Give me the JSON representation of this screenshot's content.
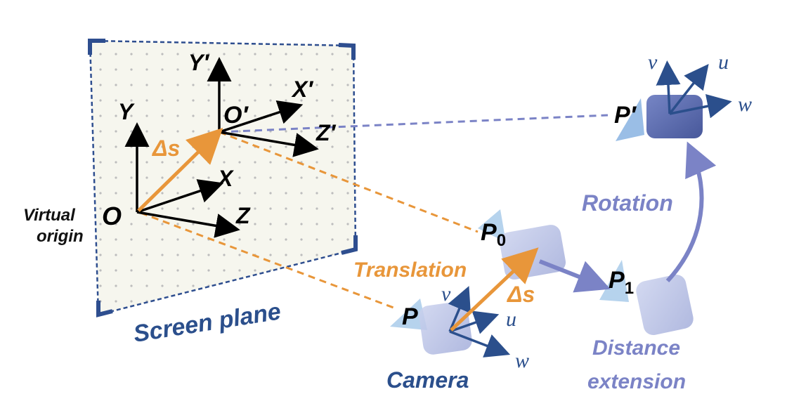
{
  "labels": {
    "virtual_origin_line1": "Virtual",
    "virtual_origin_line2": "origin",
    "screen_plane": "Screen plane",
    "origin_O": "O",
    "origin_O_prime": "O′",
    "axis_Y": "Y",
    "axis_X": "X",
    "axis_Z": "Z",
    "axis_Y_prime": "Y′",
    "axis_X_prime": "X′",
    "axis_Z_prime": "Z′",
    "delta_s_plane": "Δs",
    "delta_s_camera": "Δs",
    "translation": "Translation",
    "rotation": "Rotation",
    "distance_extension_line1": "Distance",
    "distance_extension_line2": "extension",
    "camera": "Camera",
    "P": "P",
    "P0_base": "P",
    "P0_sub": "0",
    "P1_base": "P",
    "P1_sub": "1",
    "P_prime": "P′",
    "v_cam": "v",
    "u_cam": "u",
    "w_cam": "w",
    "v_rot": "v",
    "u_rot": "u",
    "w_rot": "w"
  },
  "colors": {
    "orange": "#E8963A",
    "dark_blue": "#2B4F8C",
    "purple": "#7B83C6",
    "plane_fill": "#F6F6EE",
    "plane_border": "#2E4E8F",
    "camera_fill": "#B9C1E6",
    "camera_final": "#5062A8",
    "triangle": "#9DC3E6"
  }
}
